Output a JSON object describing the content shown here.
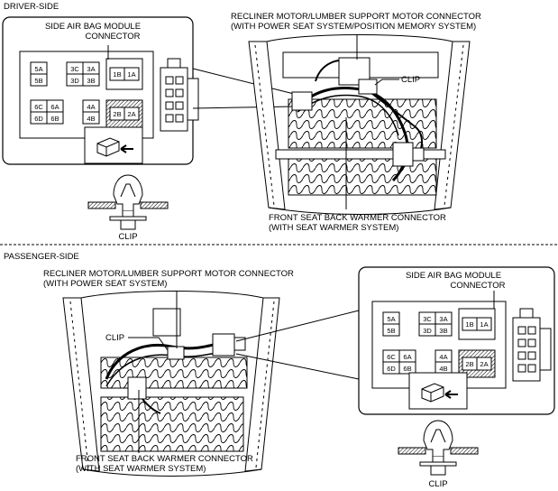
{
  "driver_side": {
    "section_label": "DRIVER-SIDE",
    "airbag_connector_label_line1": "SIDE AIR BAG MODULE",
    "airbag_connector_label_line2": "CONNECTOR",
    "recliner_label_line1": "RECLINER MOTOR/LUMBER SUPPORT MOTOR CONNECTOR",
    "recliner_label_line2": "(WITH POWER SEAT SYSTEM/POSITION MEMORY SYSTEM)",
    "clip_label_seat": "CLIP",
    "warmer_label_line1": "FRONT SEAT BACK WARMER CONNECTOR",
    "warmer_label_line2": "(WITH SEAT WARMER SYSTEM)",
    "clip_label_detail": "CLIP"
  },
  "passenger_side": {
    "section_label": "PASSENGER-SIDE",
    "recliner_label_line1": "RECLINER MOTOR/LUMBER SUPPORT MOTOR CONNECTOR",
    "recliner_label_line2": "(WITH POWER SEAT SYSTEM)",
    "clip_label_seat": "CLIP",
    "airbag_connector_label_line1": "SIDE AIR BAG MODULE",
    "airbag_connector_label_line2": "CONNECTOR",
    "warmer_label_line1": "FRONT SEAT BACK WARMER CONNECTOR",
    "warmer_label_line2": "(WITH SEAT WARMER SYSTEM)",
    "clip_label_detail": "CLIP"
  },
  "connector_pins": {
    "pin_5a": "5A",
    "pin_5b": "5B",
    "pin_3c": "3C",
    "pin_3a": "3A",
    "pin_3d": "3D",
    "pin_3b": "3B",
    "pin_1b": "1B",
    "pin_1a": "1A",
    "pin_6c": "6C",
    "pin_6a": "6A",
    "pin_6d": "6D",
    "pin_6b": "6B",
    "pin_4a": "4A",
    "pin_4b": "4B",
    "pin_2b": "2B",
    "pin_2a": "2A"
  }
}
